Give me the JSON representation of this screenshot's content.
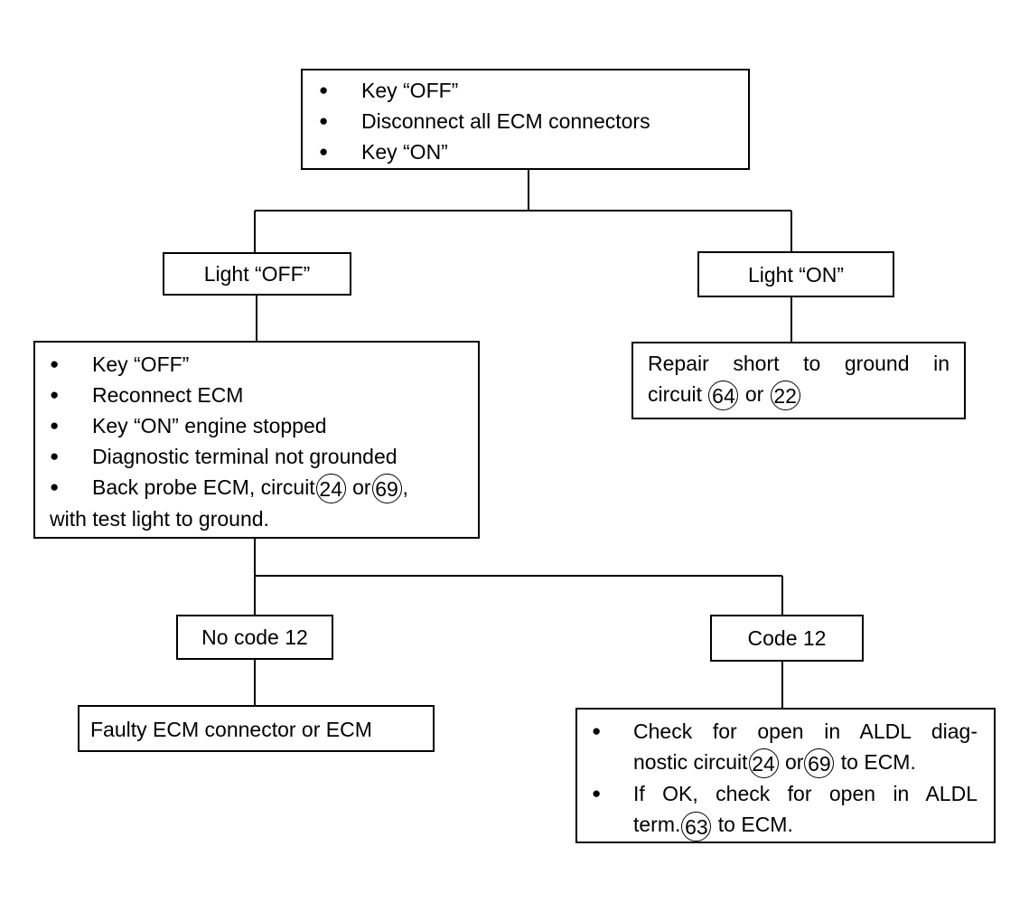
{
  "start_box": {
    "items": [
      "Key “OFF”",
      "Disconnect all ECM connectors",
      "Key “ON”"
    ]
  },
  "light_off": {
    "label": "Light “OFF”"
  },
  "light_on": {
    "label": "Light “ON”"
  },
  "repair_box": {
    "line1": "Repair short to ground in",
    "line2_prefix": "circuit",
    "circuit_a": "64",
    "or": "or",
    "circuit_b": "22"
  },
  "check_box": {
    "items": [
      "Key “OFF”",
      "Reconnect ECM",
      "Key “ON” engine stopped",
      "Diagnostic terminal not grounded"
    ],
    "last_prefix": "Back probe ECM, circuit",
    "last_circuit_a": "24",
    "last_or": "or",
    "last_circuit_b": "69",
    "last_suffix": ",",
    "last_line2": "with test light to ground."
  },
  "no_code": {
    "label": "No code 12"
  },
  "code12": {
    "label": "Code 12"
  },
  "faulty_box": {
    "text": "Faulty ECM connector or ECM"
  },
  "final_box": {
    "item1_line1": "Check for open in ALDL diag-",
    "item1_prefix": "nostic circuit",
    "item1_circuit_a": "24",
    "item1_or": "or",
    "item1_circuit_b": "69",
    "item1_suffix": "to ECM.",
    "item2_line1": "If OK, check for open in ALDL",
    "item2_prefix": "term.",
    "item2_circuit": "63",
    "item2_suffix": "to ECM."
  }
}
